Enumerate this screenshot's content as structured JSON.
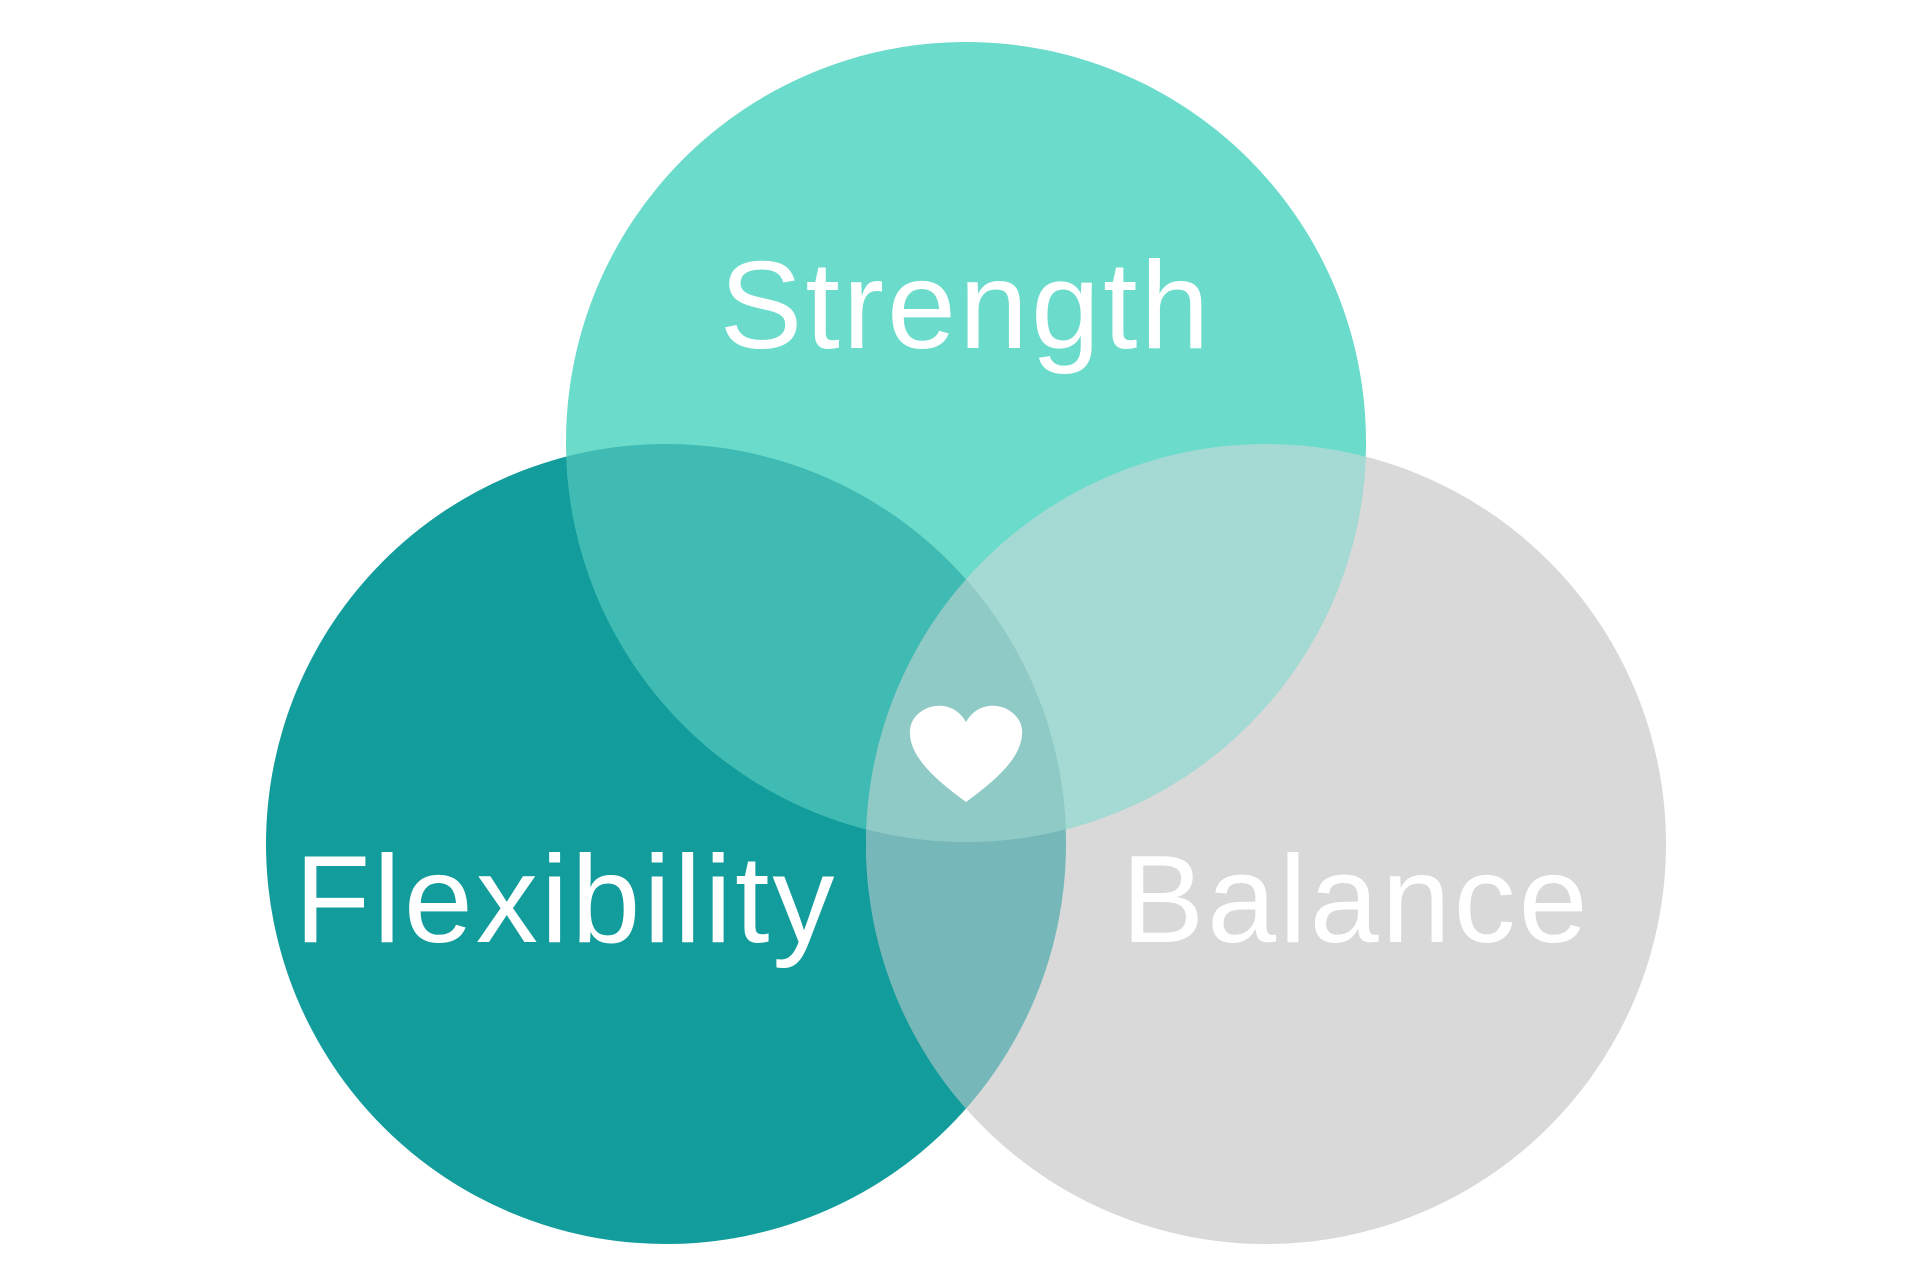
{
  "diagram": {
    "type": "venn",
    "sets": [
      {
        "id": "strength",
        "label": "Strength",
        "color": "#6BDBCB"
      },
      {
        "id": "flexibility",
        "label": "Flexibility",
        "color": "#139C9C"
      },
      {
        "id": "balance",
        "label": "Balance",
        "color": "#D9D9D9"
      }
    ],
    "overlaps": {
      "strength_flexibility": "#40BBB3",
      "strength_balance": "#A4DAD3",
      "flexibility_balance": "#76B8B9",
      "center": "#8FCAC6"
    },
    "center_icon": "heart-icon",
    "label_color": "#ffffff"
  }
}
